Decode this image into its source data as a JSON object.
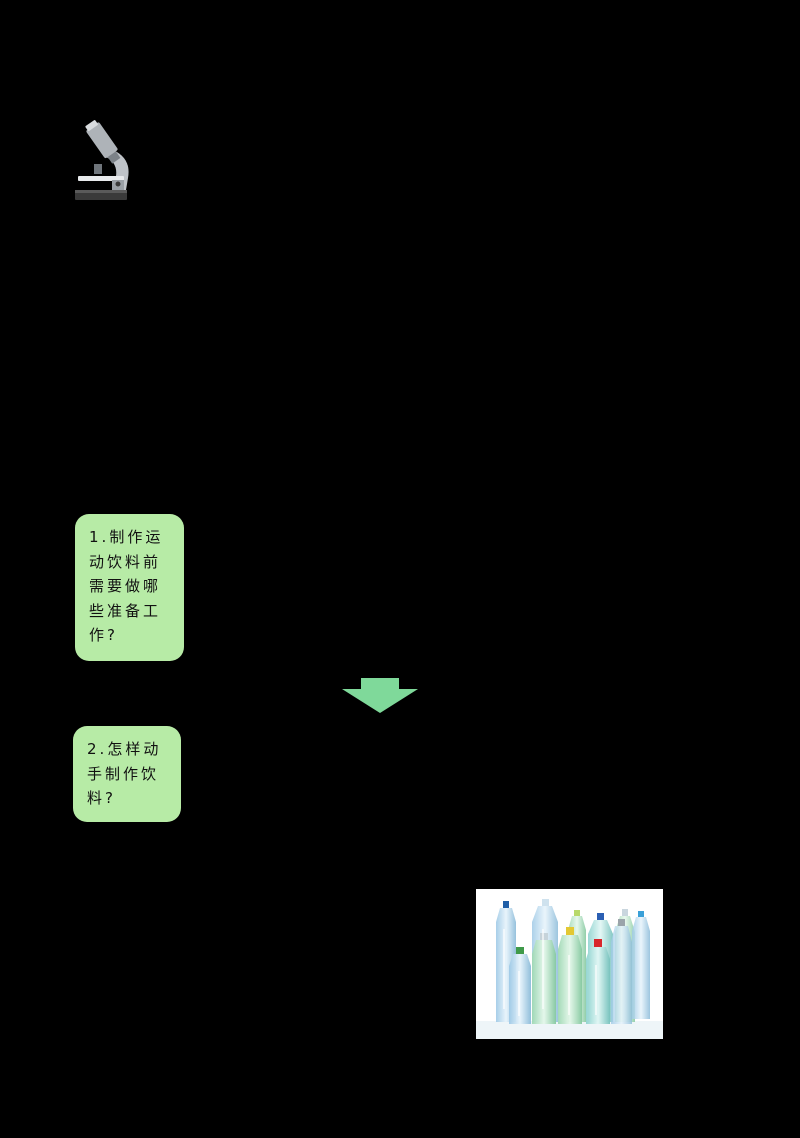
{
  "steps": [
    {
      "number": "1.",
      "text": "制作运动饮料前需要做哪些准备工作?"
    },
    {
      "number": "2.",
      "text": "怎样动手制作饮料?"
    }
  ],
  "icons": {
    "microscope": "microscope-icon",
    "arrow": "arrow-down-icon",
    "photo": "water-bottles-photo"
  },
  "colors": {
    "background": "#000000",
    "card": "#b7eba6",
    "arrow": "#7fd99a"
  }
}
